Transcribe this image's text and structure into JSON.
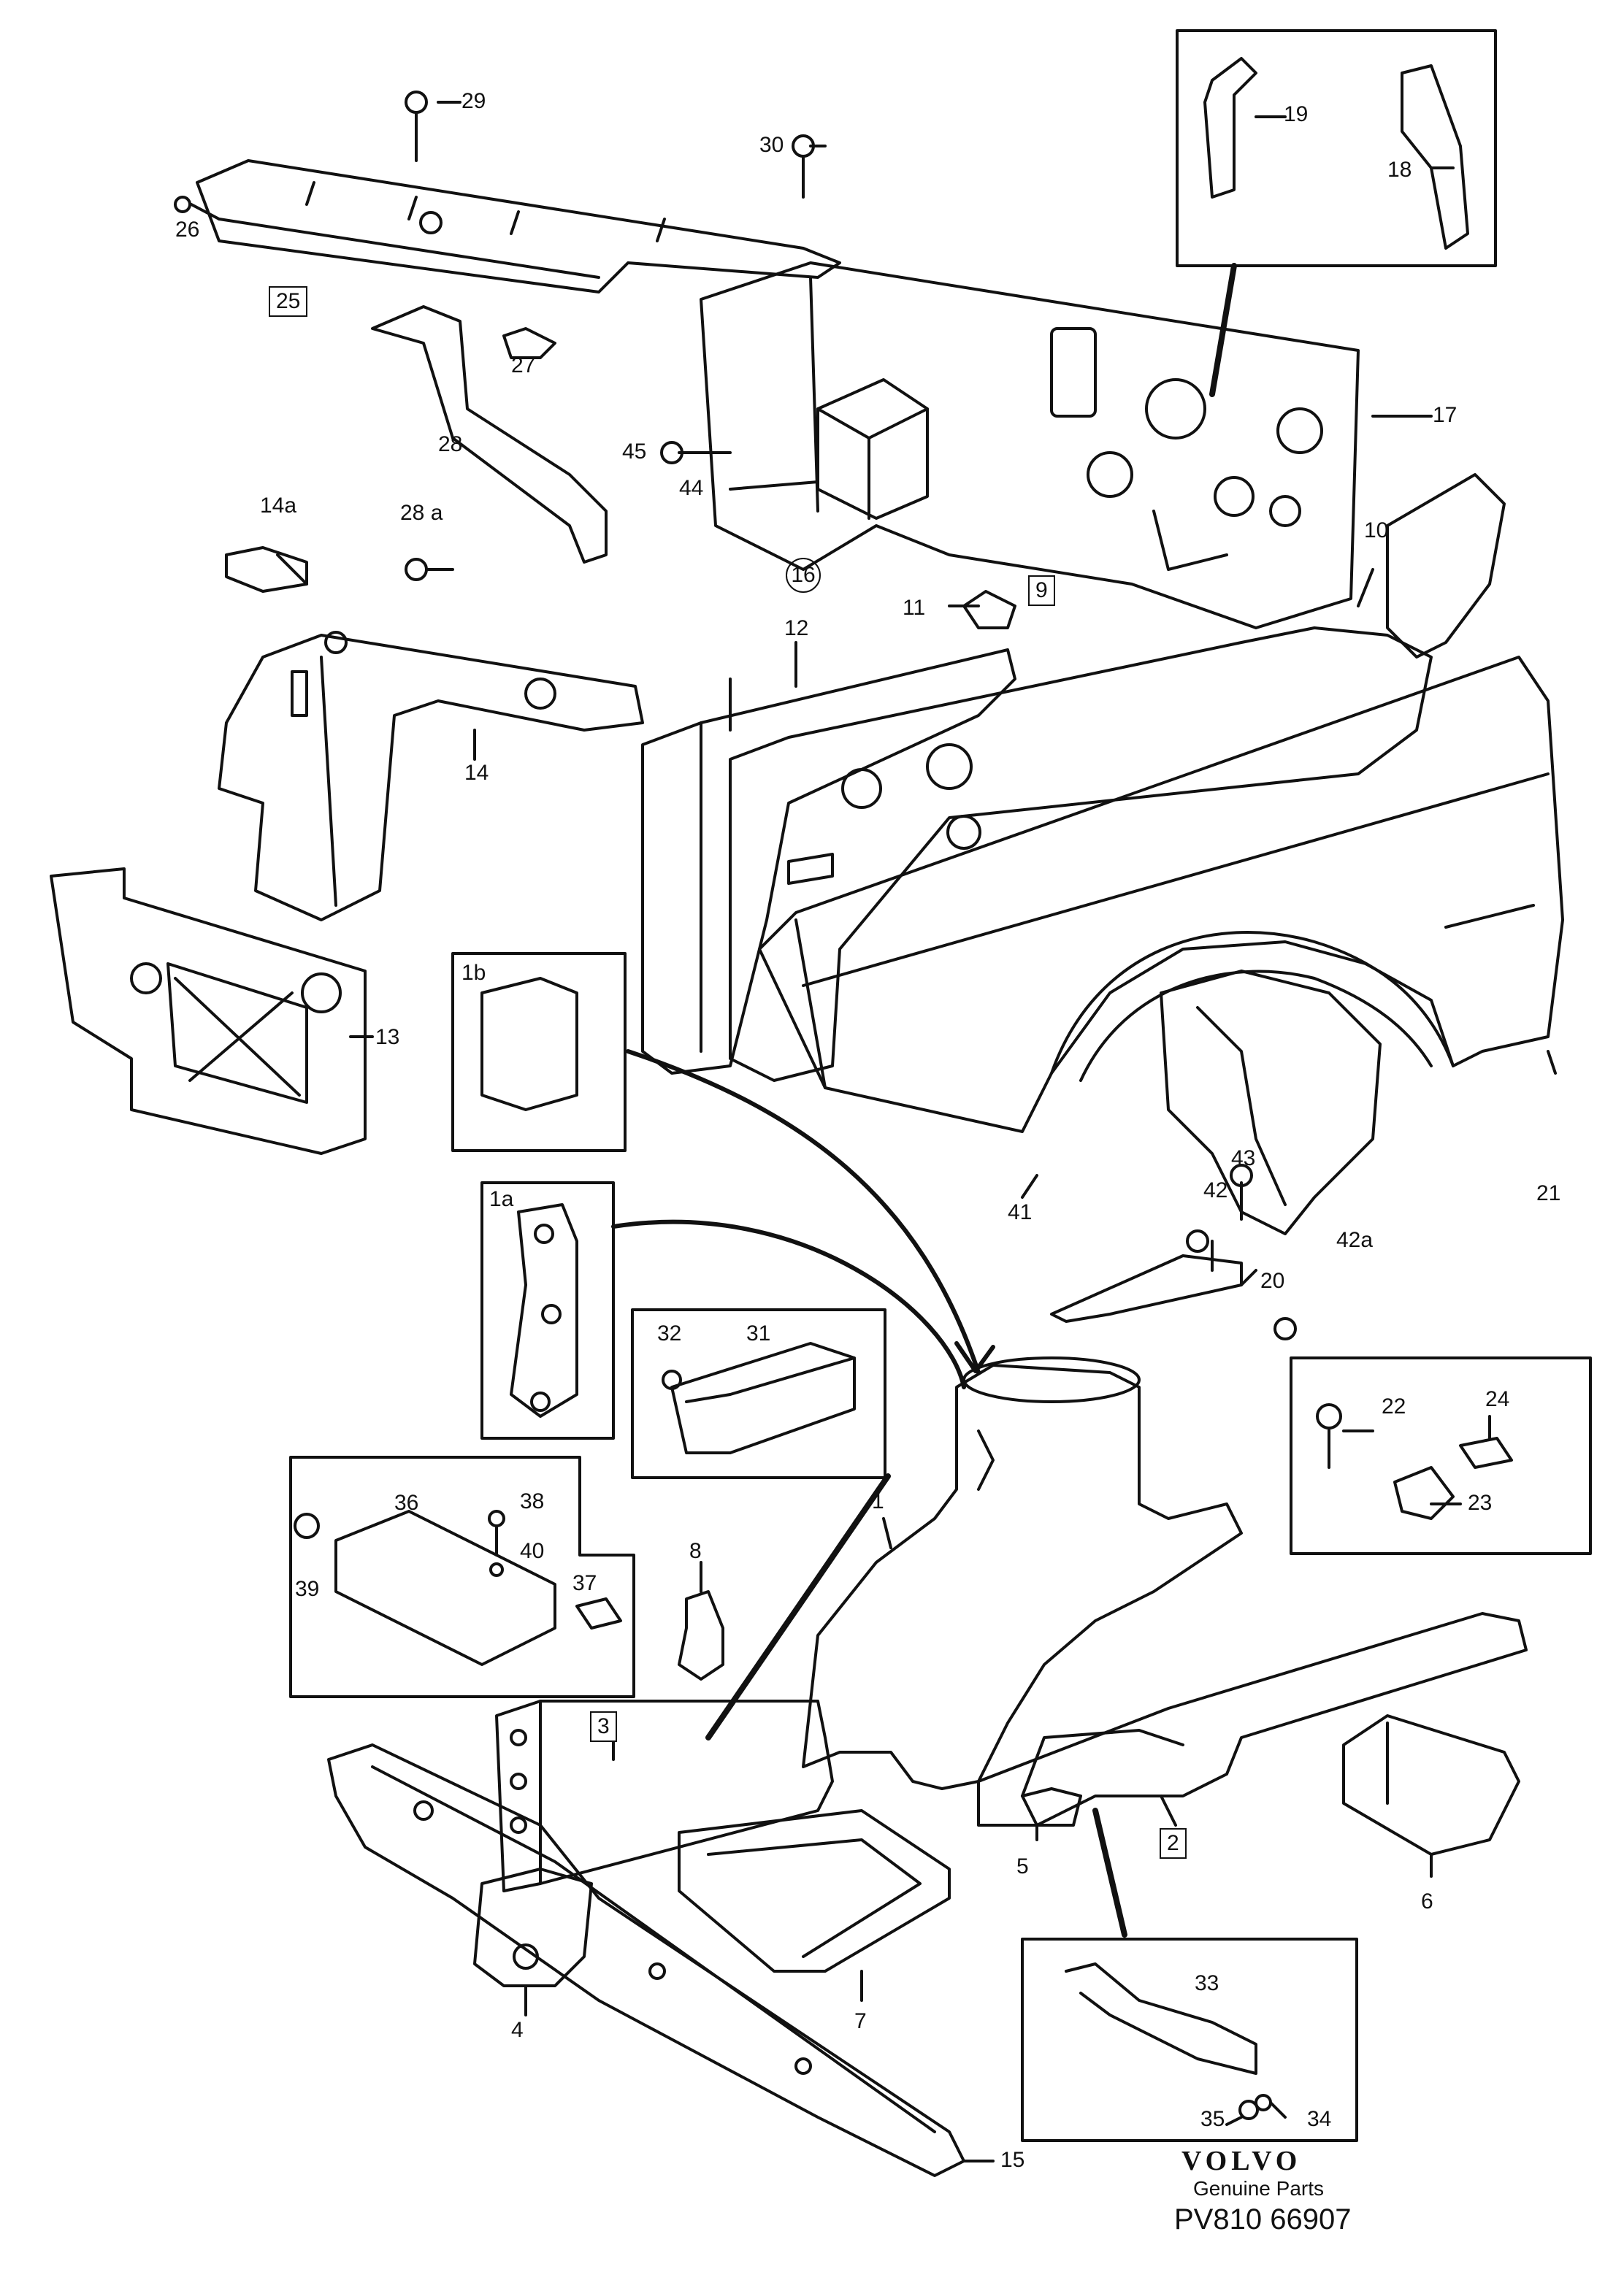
{
  "labels": {
    "l1": "1",
    "l1a": "1a",
    "l1b": "1b",
    "l2": "2",
    "l3": "3",
    "l4": "4",
    "l5": "5",
    "l6": "6",
    "l7": "7",
    "l8": "8",
    "l9": "9",
    "l10": "10",
    "l11": "11",
    "l12": "12",
    "l13": "13",
    "l14": "14",
    "l14a": "14a",
    "l15": "15",
    "l16": "16",
    "l17": "17",
    "l18": "18",
    "l19": "19",
    "l20": "20",
    "l21": "21",
    "l22": "22",
    "l23": "23",
    "l24": "24",
    "l25": "25",
    "l26": "26",
    "l27": "27",
    "l28": "28",
    "l28a": "28 a",
    "l29": "29",
    "l30": "30",
    "l31": "31",
    "l32": "32",
    "l33": "33",
    "l34": "34",
    "l35": "35",
    "l36": "36",
    "l37": "37",
    "l38": "38",
    "l39": "39",
    "l40": "40",
    "l41": "41",
    "l42": "42",
    "l42a": "42a",
    "l43": "43",
    "l44": "44",
    "l45": "45"
  },
  "footer": {
    "brand": "VOLVO",
    "subtitle": "Genuine Parts",
    "code": "PV810 66907"
  }
}
